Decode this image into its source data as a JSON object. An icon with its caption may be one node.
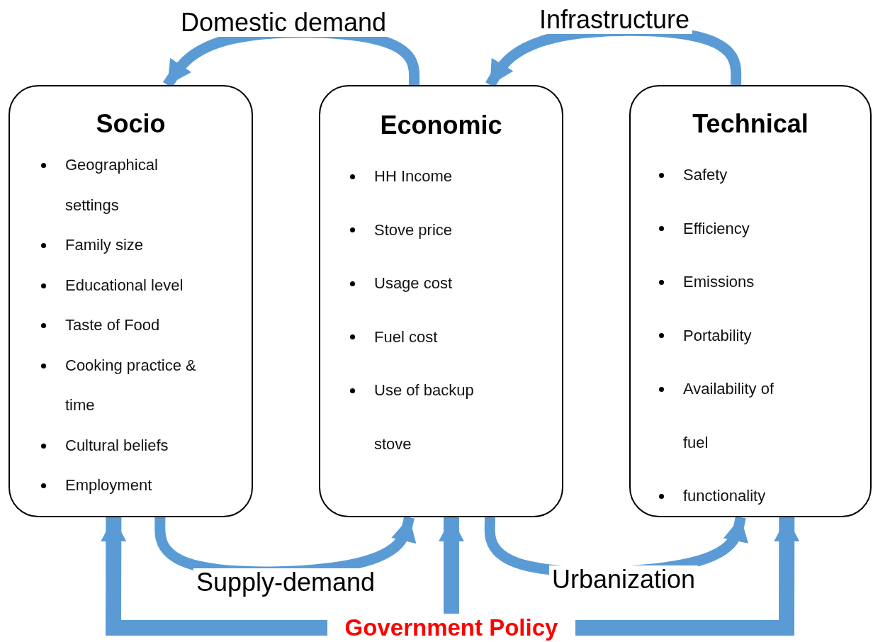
{
  "diagram": {
    "nodes": [
      {
        "text": [
          "Socio",
          "Geographical settings",
          "Family size",
          "Educational level",
          "Taste of Food",
          "Cooking practice & time",
          "Cultural beliefs",
          "Employment"
        ]
      },
      {
        "text": [
          "Economic",
          "HH Income",
          "Stove price",
          "Usage cost",
          "Fuel cost",
          "Use of backup stove"
        ]
      },
      {
        "text": [
          "Technical",
          "Safety",
          "Efficiency",
          "Emissions",
          "Portability",
          "Availability of fuel",
          "functionality"
        ]
      },
      {
        "text": [
          "Government Policy"
        ]
      }
    ],
    "edges": [
      {
        "from": 1,
        "to": 0,
        "arrow": "to",
        "label": "Domestic demand"
      },
      {
        "from": 2,
        "to": 1,
        "arrow": "to",
        "label": "Infrastructure"
      },
      {
        "from": 0,
        "to": 1,
        "arrow": "to",
        "label": "Supply-demand"
      },
      {
        "from": 1,
        "to": 2,
        "arrow": "to",
        "label": "Urbanization"
      },
      {
        "from": 3,
        "to": 0,
        "arrow": "to"
      },
      {
        "from": 3,
        "to": 1,
        "arrow": "to"
      },
      {
        "from": 3,
        "to": 2,
        "arrow": "to"
      }
    ]
  }
}
